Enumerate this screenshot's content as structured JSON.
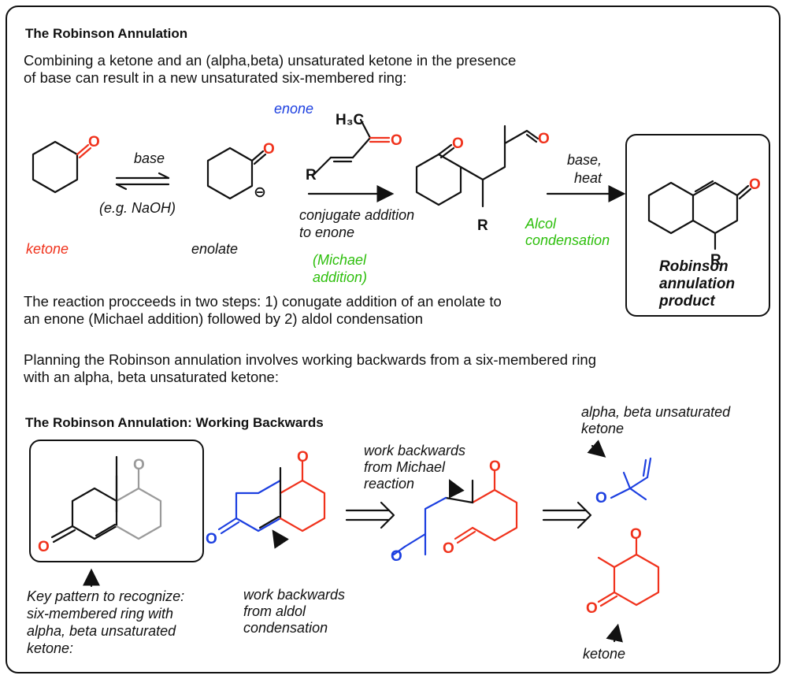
{
  "title": "The Robinson Annulation",
  "intro_line1": "Combining a ketone and an (alpha,beta) unsaturated ketone in the presence",
  "intro_line2": "of base can result in a new unsaturated six-membered ring:",
  "labels": {
    "enone": "enone",
    "ketone": "ketone",
    "enolate": "enolate",
    "base": "base",
    "eg_naoh": "(e.g. NaOH)",
    "conj1": "conjugate addition",
    "conj2": "to enone",
    "michael1": "(Michael",
    "michael2": "addition)",
    "baseheat1": "base,",
    "baseheat2": "heat",
    "aldol1": "Alcol",
    "aldol2": "condensation",
    "product1": "Robinson",
    "product2": "annulation",
    "product3": "product"
  },
  "atoms": {
    "o": "O",
    "h3c": "H₃C",
    "r": "R",
    "minus": "⊖"
  },
  "steps_line1": "The reaction procceeds in two steps: 1) conugate addition of an enolate to",
  "steps_line2": "an enone (Michael addition) followed by 2) aldol condensation",
  "plan_line1": "Planning the Robinson annulation involves working backwards from a six-membered ring",
  "plan_line2": "with an alpha, beta unsaturated ketone:",
  "subtitle": "The Robinson Annulation: Working Backwards",
  "bottom": {
    "key1": "Key pattern to recognize:",
    "key2": "six-membered ring with",
    "key3": "alpha, beta unsaturated",
    "key4": "ketone:",
    "aldol_back1": "work backwards",
    "aldol_back2": "from aldol",
    "aldol_back3": "condensation",
    "michael_back1": "work backwards",
    "michael_back2": "from Michael",
    "michael_back3": "reaction",
    "unsat1": "alpha, beta unsaturated",
    "unsat2": "ketone",
    "ketone": "ketone"
  },
  "colors": {
    "blue": "#1c3fe0",
    "red": "#f0321c",
    "green": "#2dbf0c",
    "gray": "#9a9a9a",
    "black": "#111111"
  }
}
